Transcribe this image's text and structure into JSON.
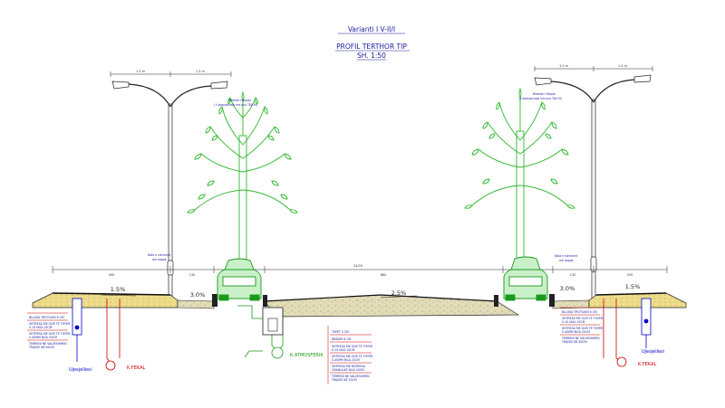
{
  "title": {
    "line1": "Varianti I V-II/I",
    "line2": "PROFIL TERTHOR TIP",
    "line3": "SH. 1:50"
  },
  "dims": {
    "lamp_arm_left": "1.5 m",
    "lamp_arm_right": "1.5 m",
    "total_width": "24/20",
    "left_sidewalk": "490",
    "left_curb": "130",
    "right_curb": "130",
    "right_sidewalk": "290",
    "carriageway": "860"
  },
  "slopes": {
    "left_sidewalk": "1.5%",
    "left_lane": "3.0%",
    "road": "2.5%",
    "right_lane": "3.0%",
    "right_sidewalk": "1.5%"
  },
  "labels": {
    "tree_note_left": "Blemdri rrthpan",
    "tree_note_left_sub": "( t bosrpornsal me pus TAV M)",
    "tree_note_right": "Blemdri rrthpan",
    "tree_note_right_sub": "( t bosrpornsal me pus TAV M)",
    "lamp_note_left": "Ndia e ndricimit",
    "lamp_note_left_sub": "me kapak",
    "lamp_note_right": "Ndia e ndricimit",
    "lamp_note_right_sub": "me kapak",
    "kanalizim": "K.ATMOSFERIK",
    "ujesjellesi_left": "Ujesjellesi",
    "ujesjellesi_right": "Ujesjellesi",
    "kfekal_left": "K.FEKAL",
    "kfekal_right": "K.FEKAL"
  },
  "layers_left": [
    "BLLOKA TROTUARI 6 CM",
    "SHTRESA ME GUR TE THYER",
    "0-10 NGA 15CM",
    "SHTRESA ME GUR TE THYER",
    "0-40MM NGA 20CM",
    "TERRENI NE VALVESHMEN",
    "TRAJSIE NE 60CM"
  ],
  "layers_center": [
    "TAPET 5 CM",
    "BINDER 6 CM",
    "SHTRESA ME GUR TE THYER",
    "0-15 NGA 10CM",
    "SHTRESA ME GUR TE THYER",
    "0-40MM NGA 20CM",
    "SHTRESA ME MATERIAL",
    "GRANULAR NGA 40CM",
    "TERRENI NE VALVESHMEN",
    "TRAJSIE NE 50CM"
  ],
  "layers_right": [
    "BLLOKA TROTUARI 6 CM",
    "SHTRESA ME GUR TE THYER",
    "0-10 NGA 15CM",
    "SHTRESA ME GUR TE THYER",
    "0-40MM NGA 20CM",
    "TERRENI NE VALVESHMEN",
    "TRAJSIE NE 60CM"
  ],
  "colors": {
    "title": "#1a1aa0",
    "tree": "#2fb82f",
    "pipe_red": "#cc0000",
    "pipe_blue": "#0000cc",
    "pavement": "#d9d3a8",
    "sidewalk": "#e6d27a"
  }
}
